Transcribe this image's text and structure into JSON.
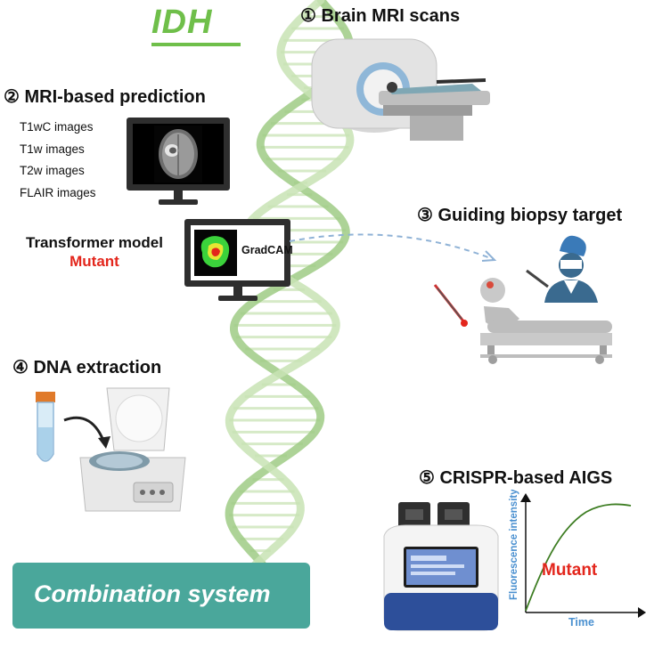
{
  "title": "IDH",
  "steps": {
    "s1": "① Brain MRI scans",
    "s2": "② MRI-based prediction",
    "s3": "③ Guiding biopsy target",
    "s4": "④ DNA extraction",
    "s5": "⑤ CRISPR-based AIGS"
  },
  "mri_images": [
    "T1wC images",
    "T1w images",
    "T2w images",
    "FLAIR images"
  ],
  "model": {
    "name": "Transformer model",
    "result": "Mutant",
    "gradcam": "GradCAM"
  },
  "chart": {
    "ylabel": "Fluorescence intensity",
    "xlabel": "Time",
    "annotation": "Mutant"
  },
  "combination": "Combination system",
  "colors": {
    "title_green": "#6fbf4a",
    "mutant_red": "#e3261c",
    "axis_blue": "#4a90d0",
    "combo_teal": "#4aa79b",
    "helix_green": "#a9d18e",
    "curve_green": "#3d7d22"
  }
}
